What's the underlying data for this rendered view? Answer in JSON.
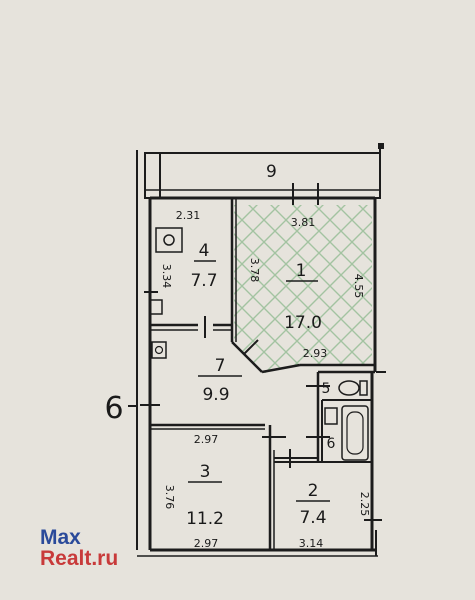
{
  "rooms": [
    {
      "number": "1",
      "area": "17.0"
    },
    {
      "number": "2",
      "area": "7.4"
    },
    {
      "number": "3",
      "area": "11.2"
    },
    {
      "number": "4",
      "area": "7.7"
    },
    {
      "number": "5"
    },
    {
      "number": "6"
    },
    {
      "number": "7",
      "area": "9.9"
    },
    {
      "number": "9"
    }
  ],
  "dimensions": {
    "room4_width": "2.31",
    "room4_depth": "3.34",
    "room1_top": "3.81",
    "room1_left": "3.78",
    "room1_right": "4.55",
    "room1_bottom": "2.93",
    "room3_top": "2.97",
    "room3_side": "3.76",
    "room3_bottom": "2.97",
    "room2_bottom": "3.14",
    "room2_side": "2.25"
  },
  "side_label": "6",
  "watermark": {
    "line1": "Max",
    "line2": "Realt.ru"
  },
  "colors": {
    "paper": "#e6e3dc",
    "ink": "#1c1c1c",
    "living_hatch": "#9bbf9a"
  }
}
